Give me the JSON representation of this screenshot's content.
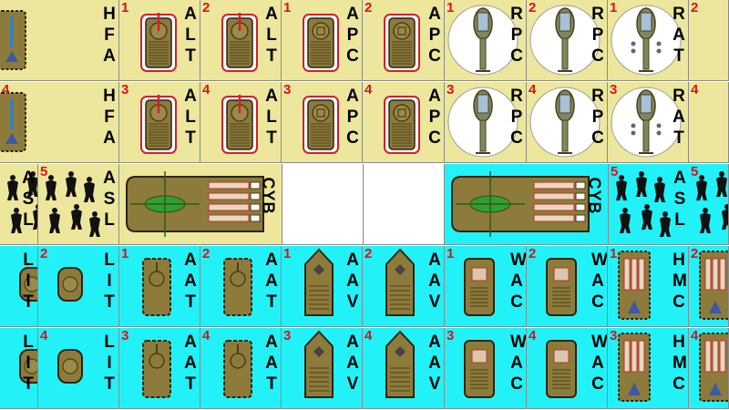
{
  "colors": {
    "tan": "#ece79c",
    "cyan": "#22f2f8",
    "number": "#e0101a",
    "unit_body": "#8a7a3a"
  },
  "rows": [
    {
      "cells": [
        {
          "num": "",
          "code": "HFA",
          "icon": "hover-tank-icon",
          "bg": "tan"
        },
        {
          "num": "1",
          "code": "ALT",
          "icon": "light-tank-icon",
          "bg": "tan"
        },
        {
          "num": "2",
          "code": "ALT",
          "icon": "light-tank-icon",
          "bg": "tan"
        },
        {
          "num": "1",
          "code": "APC",
          "icon": "apc-icon",
          "bg": "tan"
        },
        {
          "num": "2",
          "code": "APC",
          "icon": "apc-icon",
          "bg": "tan"
        },
        {
          "num": "1",
          "code": "RPC",
          "icon": "gunship-icon",
          "bg": "tan"
        },
        {
          "num": "2",
          "code": "RPC",
          "icon": "gunship-icon",
          "bg": "tan"
        },
        {
          "num": "1",
          "code": "RAT",
          "icon": "attack-gunship-icon",
          "bg": "tan"
        },
        {
          "num": "2",
          "code": "",
          "icon": "",
          "bg": "tan"
        }
      ]
    },
    {
      "cells": [
        {
          "num": "4",
          "code": "HFA",
          "icon": "hover-tank-icon",
          "bg": "tan"
        },
        {
          "num": "3",
          "code": "ALT",
          "icon": "light-tank-icon",
          "bg": "tan"
        },
        {
          "num": "4",
          "code": "ALT",
          "icon": "light-tank-icon",
          "bg": "tan"
        },
        {
          "num": "3",
          "code": "APC",
          "icon": "apc-icon",
          "bg": "tan"
        },
        {
          "num": "4",
          "code": "APC",
          "icon": "apc-icon",
          "bg": "tan"
        },
        {
          "num": "3",
          "code": "RPC",
          "icon": "gunship-icon",
          "bg": "tan"
        },
        {
          "num": "4",
          "code": "RPC",
          "icon": "gunship-icon",
          "bg": "tan"
        },
        {
          "num": "3",
          "code": "RAT",
          "icon": "attack-gunship-icon",
          "bg": "tan"
        },
        {
          "num": "4",
          "code": "",
          "icon": "",
          "bg": "tan"
        }
      ]
    },
    {
      "cells": [
        {
          "num": "",
          "code": "ASL",
          "icon": "infantry-squad-icon",
          "bg": "tan"
        },
        {
          "num": "5",
          "code": "ASL",
          "icon": "infantry-squad-icon",
          "bg": "tan"
        },
        {
          "num": "",
          "code": "CYB",
          "icon": "cybertank-icon",
          "bg": "tan"
        },
        {
          "num": "",
          "code": "",
          "icon": "",
          "bg": "white"
        },
        {
          "num": "",
          "code": "",
          "icon": "",
          "bg": "white"
        },
        {
          "num": "",
          "code": "CYB",
          "icon": "cybertank-icon",
          "bg": "cyan"
        },
        {
          "num": "5",
          "code": "ASL",
          "icon": "infantry-squad-icon",
          "bg": "cyan"
        },
        {
          "num": "5",
          "code": "",
          "icon": "infantry-squad-icon",
          "bg": "cyan"
        }
      ]
    },
    {
      "cells": [
        {
          "num": "",
          "code": "LIT",
          "icon": "light-vehicle-icon",
          "bg": "cyan"
        },
        {
          "num": "2",
          "code": "LIT",
          "icon": "light-vehicle-icon",
          "bg": "cyan"
        },
        {
          "num": "1",
          "code": "AAT",
          "icon": "anti-air-tank-icon",
          "bg": "cyan"
        },
        {
          "num": "2",
          "code": "AAT",
          "icon": "anti-air-tank-icon",
          "bg": "cyan"
        },
        {
          "num": "1",
          "code": "AAV",
          "icon": "anti-air-vehicle-icon",
          "bg": "cyan"
        },
        {
          "num": "2",
          "code": "AAV",
          "icon": "anti-air-vehicle-icon",
          "bg": "cyan"
        },
        {
          "num": "1",
          "code": "WAC",
          "icon": "armored-carrier-icon",
          "bg": "cyan"
        },
        {
          "num": "2",
          "code": "WAC",
          "icon": "armored-carrier-icon",
          "bg": "cyan"
        },
        {
          "num": "1",
          "code": "HMC",
          "icon": "missile-carrier-icon",
          "bg": "cyan"
        },
        {
          "num": "2",
          "code": "",
          "icon": "missile-carrier-icon",
          "bg": "cyan"
        }
      ]
    },
    {
      "cells": [
        {
          "num": "",
          "code": "LIT",
          "icon": "light-vehicle-icon",
          "bg": "cyan"
        },
        {
          "num": "4",
          "code": "LIT",
          "icon": "light-vehicle-icon",
          "bg": "cyan"
        },
        {
          "num": "3",
          "code": "AAT",
          "icon": "anti-air-tank-icon",
          "bg": "cyan"
        },
        {
          "num": "4",
          "code": "AAT",
          "icon": "anti-air-tank-icon",
          "bg": "cyan"
        },
        {
          "num": "3",
          "code": "AAV",
          "icon": "anti-air-vehicle-icon",
          "bg": "cyan"
        },
        {
          "num": "4",
          "code": "AAV",
          "icon": "anti-air-vehicle-icon",
          "bg": "cyan"
        },
        {
          "num": "3",
          "code": "WAC",
          "icon": "armored-carrier-icon",
          "bg": "cyan"
        },
        {
          "num": "4",
          "code": "WAC",
          "icon": "armored-carrier-icon",
          "bg": "cyan"
        },
        {
          "num": "3",
          "code": "HMC",
          "icon": "missile-carrier-icon",
          "bg": "cyan"
        },
        {
          "num": "4",
          "code": "",
          "icon": "missile-carrier-icon",
          "bg": "cyan"
        }
      ]
    }
  ]
}
